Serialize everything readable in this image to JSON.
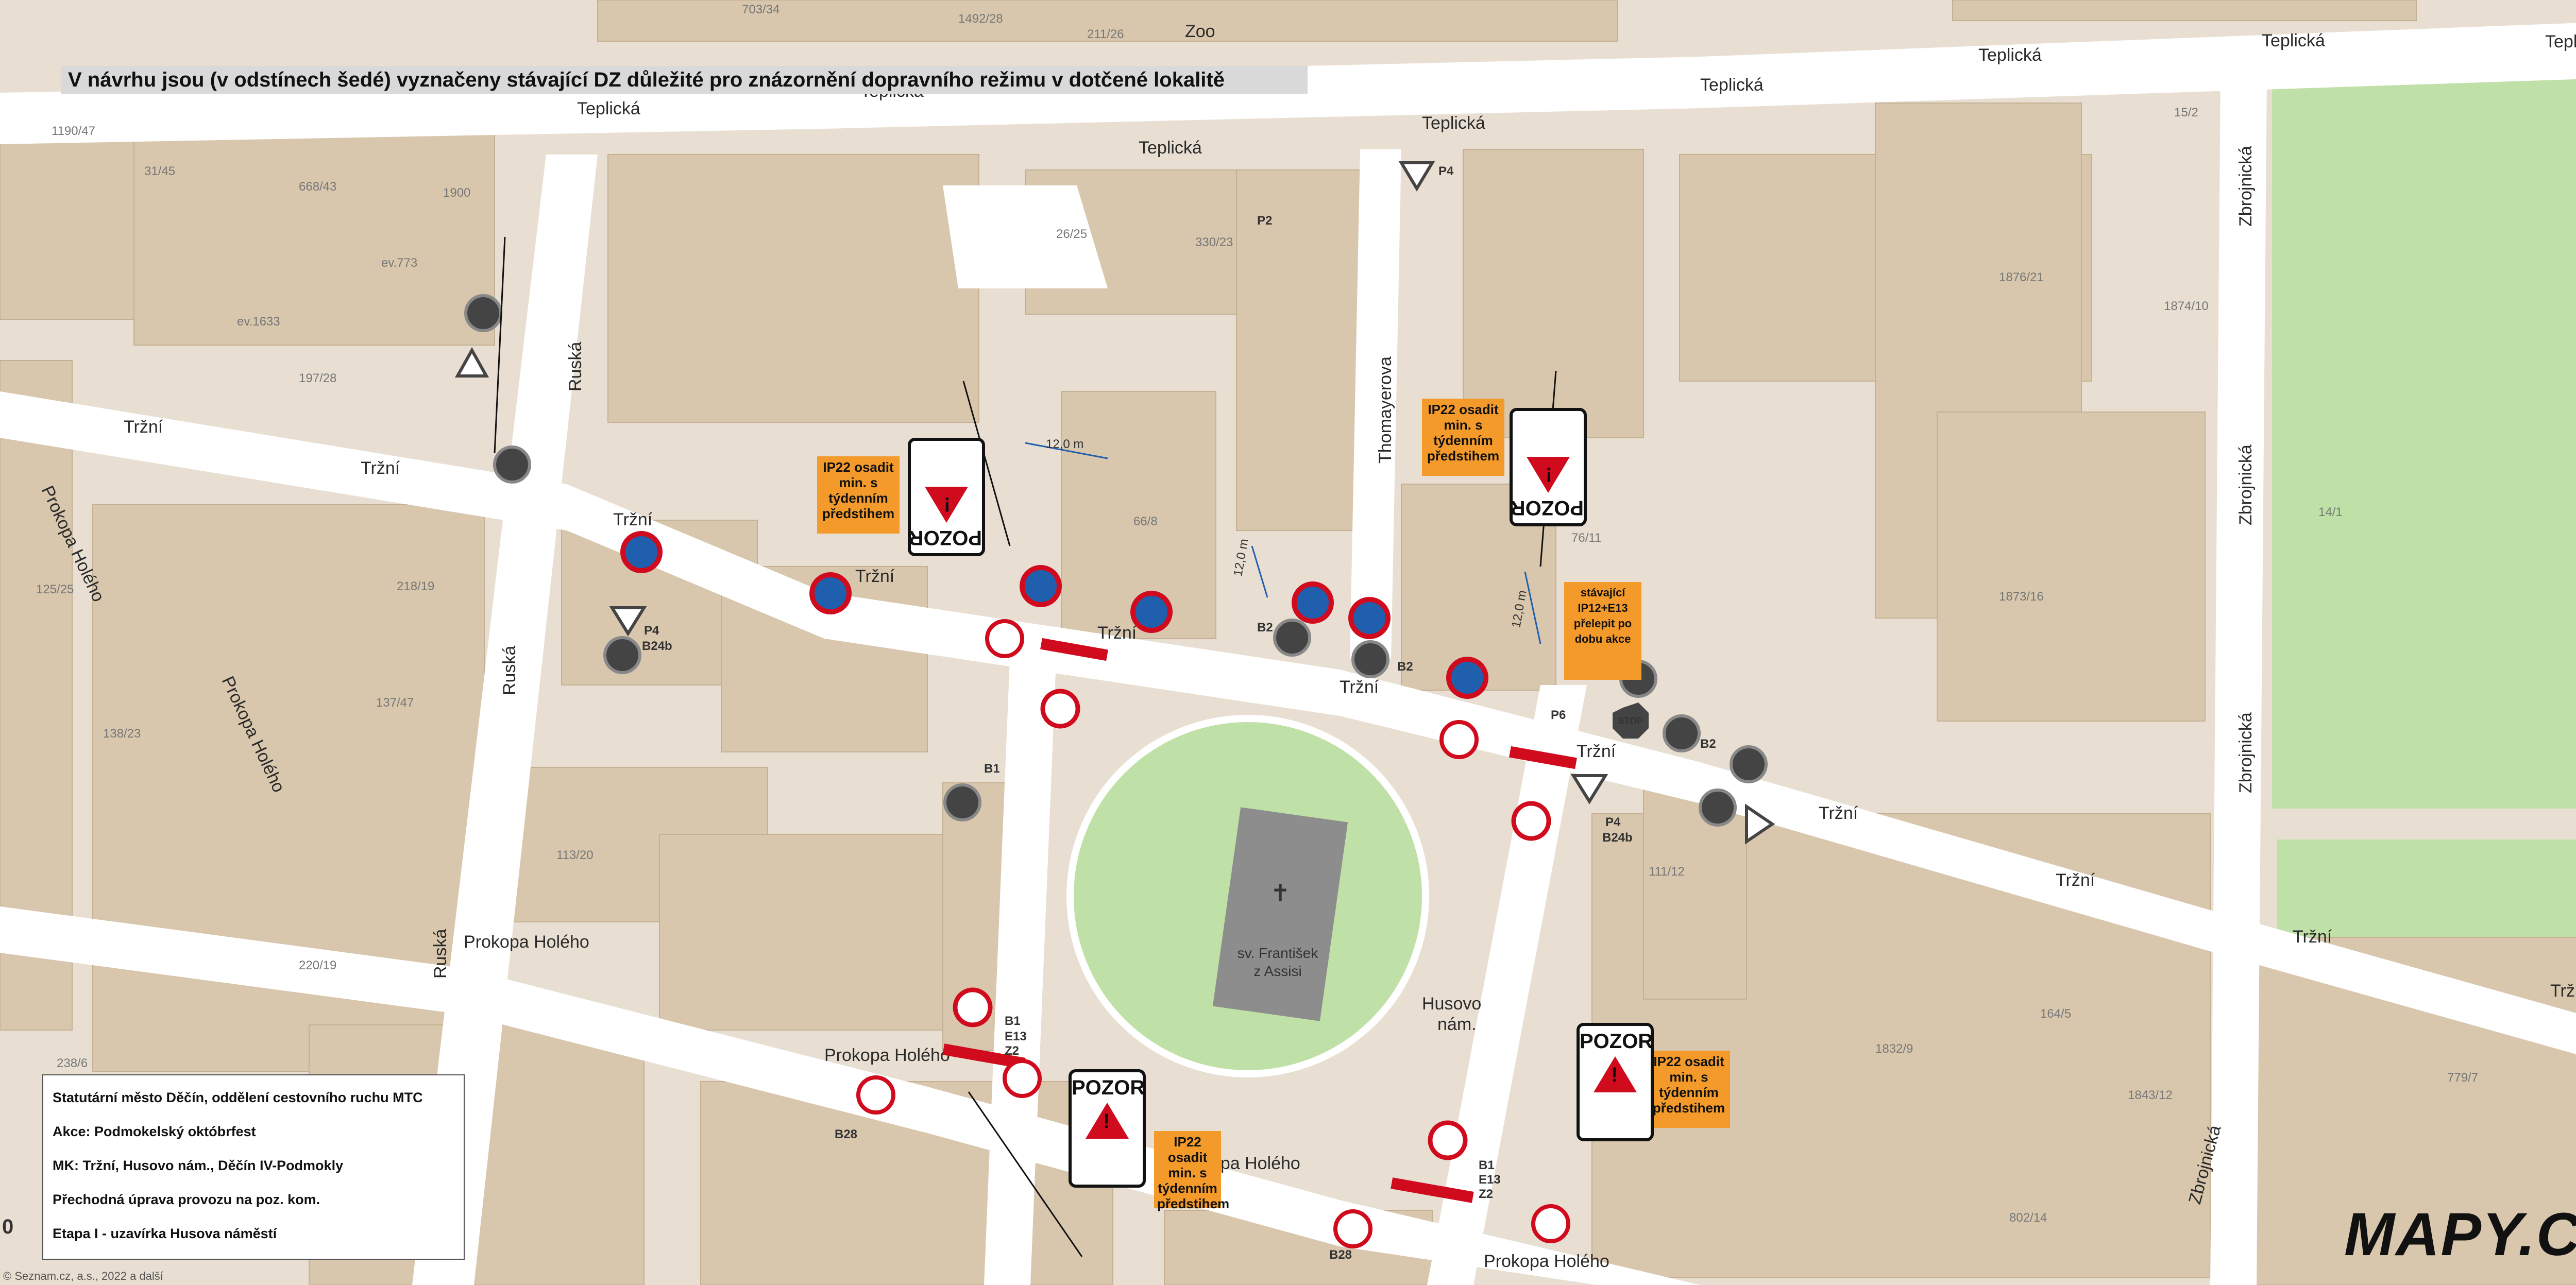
{
  "banner": "V návrhu jsou (v odstínech šedé) vyznačeny stávající DZ důležité pro znázornění dopravního režimu v dotčené lokalitě",
  "streets": {
    "teplicka": "Teplická",
    "trzni": "Tržní",
    "ruska": "Ruská",
    "prokopa_holeho": "Prokopa Holého",
    "thomayerova": "Thomayerova",
    "zbrojnicka": "Zbrojnická",
    "husovo_nam_1": "Husovo",
    "husovo_nam_2": "nám.",
    "zoo": "Zoo"
  },
  "landmark": {
    "line1": "sv. František",
    "line2": "z Assisi"
  },
  "house_numbers": {
    "n703_34": "703/34",
    "n1492_28": "1492/28",
    "n211_26": "211/26",
    "n1190_47": "1190/47",
    "n31_45": "31/45",
    "n668_43": "668/43",
    "n1900": "1900",
    "n26_25": "26/25",
    "n330_23": "330/23",
    "n15_2": "15/2",
    "n1876_21": "1876/21",
    "n1874_10": "1874/10",
    "n197_28": "197/28",
    "n218_19": "218/19",
    "n125_25": "125/25",
    "n137_47": "137/47",
    "n138_23": "138/23",
    "n66_8": "66/8",
    "n76_11": "76/11",
    "n14_1": "14/1",
    "n1873_16": "1873/16",
    "n113_20": "113/20",
    "n220_19": "220/19",
    "n238_6": "238/6",
    "n111_12": "111/12",
    "n164_5": "164/5",
    "n1832_9": "1832/9",
    "n1843_12": "1843/12",
    "n779_7": "779/7",
    "n802_14": "802/14",
    "ev773": "ev.773",
    "ev1633": "ev.1633"
  },
  "dims": {
    "d1": "12,0 m",
    "d2": "12,0 m",
    "d3": "12,0 m"
  },
  "sign_codes": {
    "b2": "B2",
    "b1": "B1",
    "e13": "E13",
    "z2": "Z2",
    "p4": "P4",
    "b24b": "B24b",
    "p2": "P2",
    "p6": "P6",
    "b28": "B28",
    "stop": "STOP"
  },
  "orange_notes": {
    "ip22_a": "IP22 osadit min. s týdenním předstihem",
    "ip22_b": "IP22 osadit min. s týdenním předstihem",
    "ip22_c": "IP22 osadit min. s týdenním předstihem",
    "ip22_d": "IP22 osadit min. s týdenním předstihem",
    "stav_note": "stávající IP12+E13 přelepit po dobu akce"
  },
  "pozor": "POZOR",
  "legend": {
    "l1": "Statutární město Děčín, oddělení cestovního ruchu MTC",
    "l2": "Akce: Podmokelský októbrfest",
    "l3": "MK: Tržní, Husovo nám., Děčín IV-Podmokly",
    "l4": "Přechodná úprava provozu na poz. kom.",
    "l5": "Etapa I - uzavírka Husova náměstí"
  },
  "logo": {
    "main": "MAPY.CZ"
  },
  "copyright": "© Seznam.cz, a.s., 2022 a další",
  "scale_zero": "0",
  "colors": {
    "building": "#d8c7ad",
    "road": "#ffffff",
    "ground": "#e8dfd2",
    "park": "#bfe0a6",
    "orange": "#f39a2b",
    "red": "#d10b1e",
    "blue": "#1f5fae"
  }
}
